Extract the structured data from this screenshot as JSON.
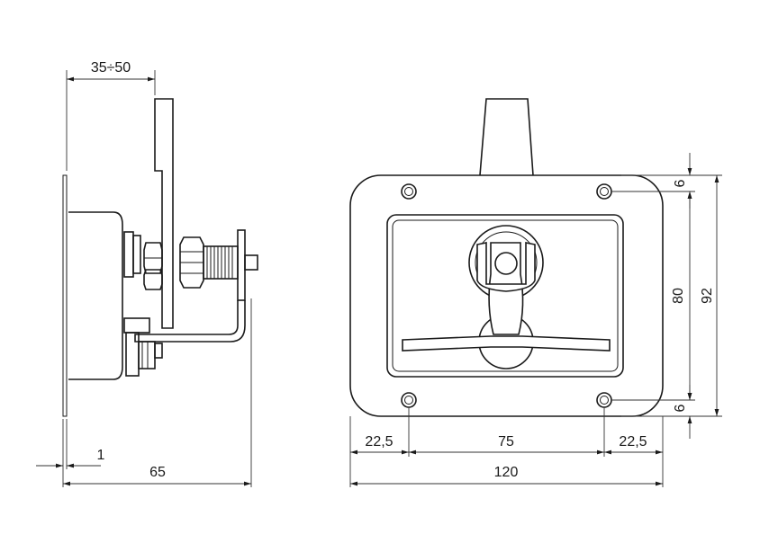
{
  "dimensions": {
    "side_bolt_range": "35÷50",
    "side_flange_thickness": "1",
    "side_depth": "65",
    "front_left_margin": "22,5",
    "front_hole_spacing_x": "75",
    "front_right_margin": "22,5",
    "front_total_width": "120",
    "front_top_hole_offset": "6",
    "front_hole_spacing_y": "80",
    "front_bottom_hole_offset": "6",
    "front_total_height": "92"
  },
  "colors": {
    "line": "#1a1a1a",
    "background": "#ffffff"
  }
}
